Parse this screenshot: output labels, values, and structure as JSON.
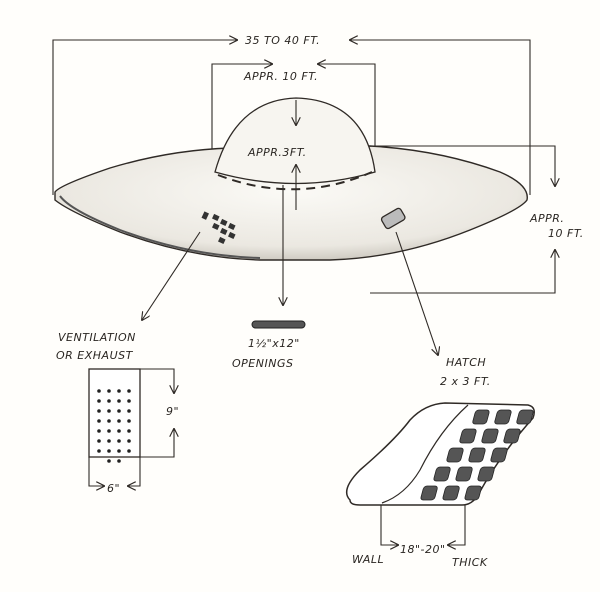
{
  "diagram": {
    "overall_width": "35 TO 40 FT.",
    "dome_width": "APPR. 10 FT.",
    "dome_height": "APPR.3FT.",
    "height_label_1": "APPR.",
    "height_label_2": "10 FT.",
    "ventilation": {
      "label_1": "VENTILATION",
      "label_2": "OR EXHAUST",
      "height": "9\"",
      "width": "6\""
    },
    "openings": {
      "size": "1½\"x12\"",
      "label": "OPENINGS"
    },
    "hatch": {
      "label": "HATCH",
      "size": "2 x 3 FT.",
      "wall": "WALL",
      "thickness": "18\"-20\"",
      "thick": "THICK"
    }
  }
}
